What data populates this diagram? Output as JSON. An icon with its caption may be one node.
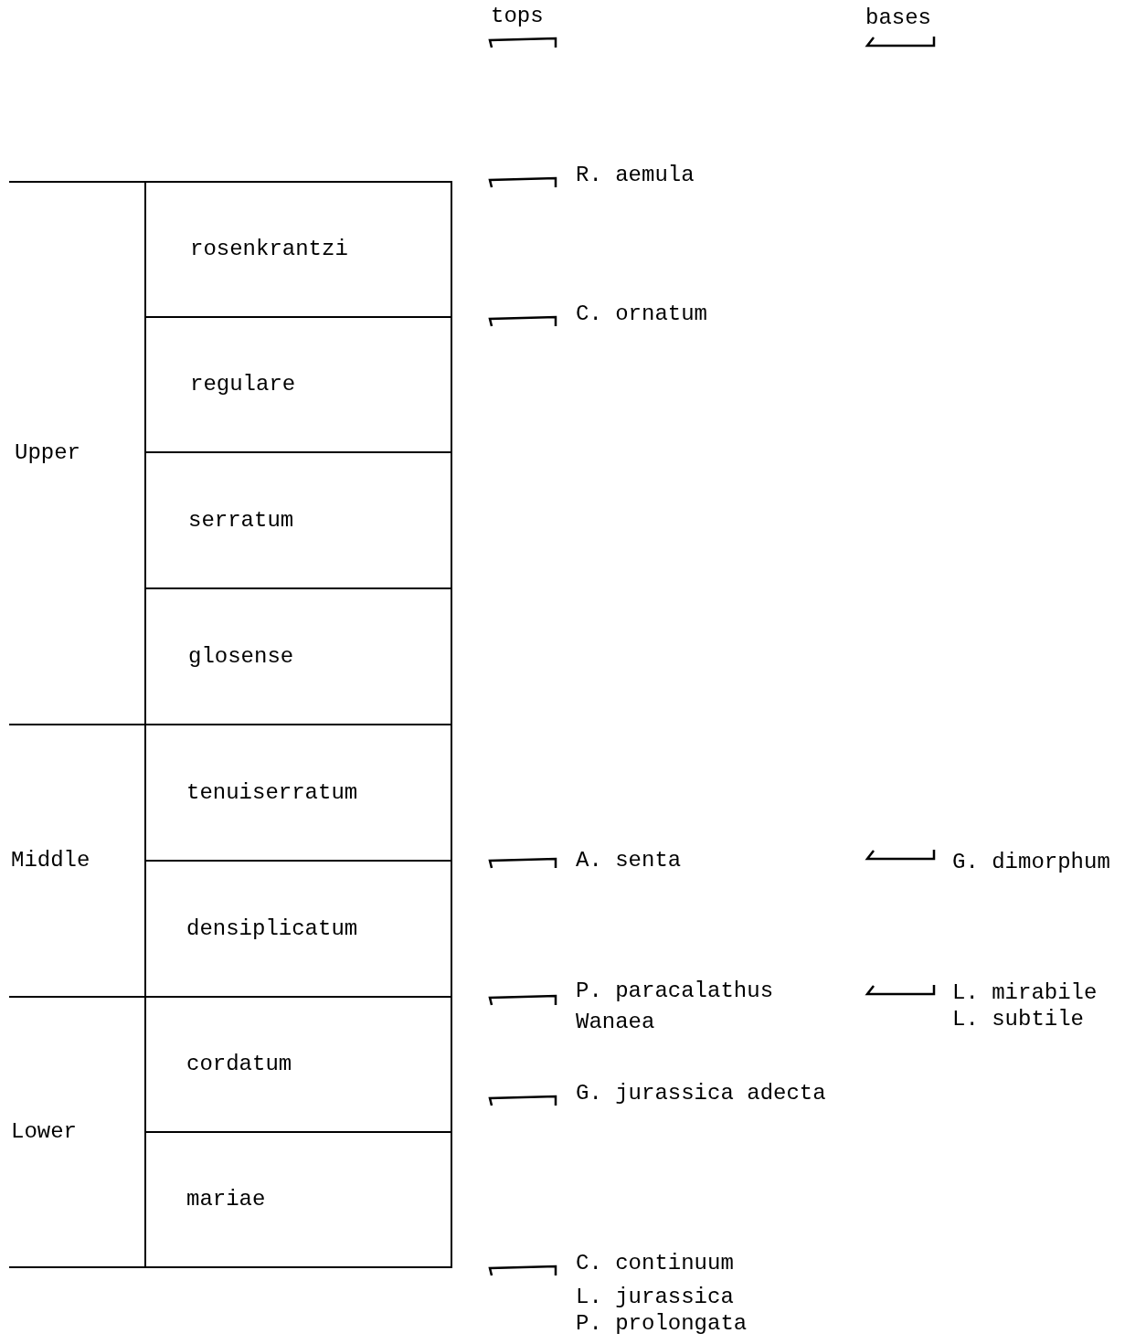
{
  "diagram": {
    "nodes": [
      {
        "text": [
          "Upper"
        ]
      },
      {
        "text": [
          "Middle"
        ]
      },
      {
        "text": [
          "Lower"
        ]
      },
      {
        "text": [
          "rosenkrantzi"
        ]
      },
      {
        "text": [
          "regulare"
        ]
      },
      {
        "text": [
          "serratum"
        ]
      },
      {
        "text": [
          "glosense"
        ]
      },
      {
        "text": [
          "tenuiserratum"
        ]
      },
      {
        "text": [
          "densiplicatum"
        ]
      },
      {
        "text": [
          "cordatum"
        ]
      },
      {
        "text": [
          "mariae"
        ]
      }
    ],
    "labels": [
      "tops",
      "bases",
      "R. aemula",
      "C. ornatum",
      "A. senta",
      "G. dimorphum",
      "P. paracalathus",
      "Wanaea",
      "L. mirabile",
      "L. subtile",
      "G. jurassica adecta",
      "C. continuum",
      "L. jurassica",
      "P. prolongata"
    ]
  }
}
